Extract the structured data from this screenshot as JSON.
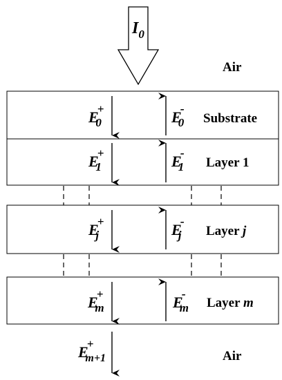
{
  "incident": {
    "symbol": "I",
    "subscript": "0"
  },
  "media": {
    "top_ambient": "Air",
    "bottom_ambient": "Air"
  },
  "layers": [
    {
      "label": "Substrate",
      "label_italic": "",
      "fwd_sub": "0",
      "bwd_sub": "0"
    },
    {
      "label": "Layer 1",
      "label_italic": "",
      "fwd_sub": "1",
      "bwd_sub": "1"
    },
    {
      "label": "Layer ",
      "label_italic": "j",
      "fwd_sub": "j",
      "bwd_sub": "j"
    },
    {
      "label": "Layer ",
      "label_italic": "m",
      "fwd_sub": "m",
      "bwd_sub": "m"
    }
  ],
  "field": {
    "symbol": "E",
    "forward_sign": "+",
    "backward_sign": "-",
    "exit_sub": "m+1"
  },
  "colors": {
    "ink": "#000000",
    "background": "#ffffff"
  }
}
